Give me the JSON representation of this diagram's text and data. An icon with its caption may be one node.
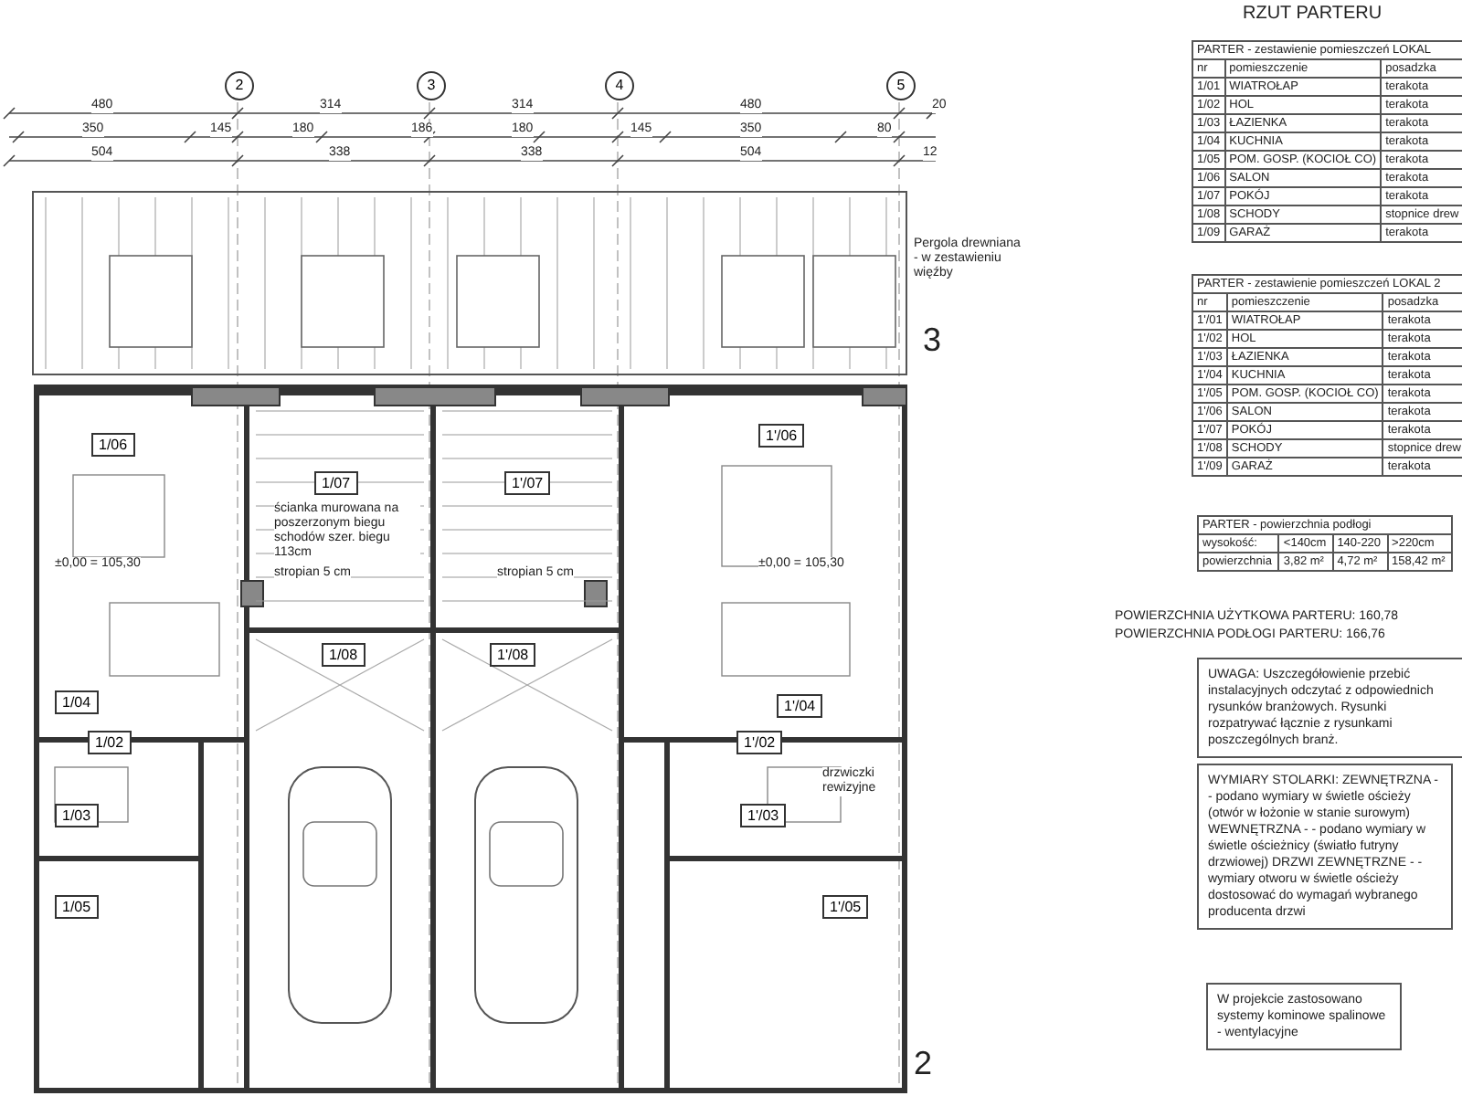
{
  "diagram": {
    "title": "RZUT PARTERU",
    "nodes": [
      {
        "text": [
          "2"
        ]
      },
      {
        "text": [
          "3"
        ]
      },
      {
        "text": [
          "4"
        ]
      },
      {
        "text": [
          "5"
        ]
      },
      {
        "text": [
          "1/06"
        ]
      },
      {
        "text": [
          "1/07"
        ]
      },
      {
        "text": [
          "1'/07"
        ]
      },
      {
        "text": [
          "1'/06"
        ]
      },
      {
        "text": [
          "1/08"
        ]
      },
      {
        "text": [
          "1'/08"
        ]
      },
      {
        "text": [
          "1/04"
        ]
      },
      {
        "text": [
          "1'/04"
        ]
      },
      {
        "text": [
          "1/02"
        ]
      },
      {
        "text": [
          "1'/02"
        ]
      },
      {
        "text": [
          "1/03"
        ]
      },
      {
        "text": [
          "1'/03"
        ]
      },
      {
        "text": [
          "1/05"
        ]
      },
      {
        "text": [
          "1'/05"
        ]
      }
    ],
    "labels": [
      "480",
      "314",
      "314",
      "480",
      "20",
      "350",
      "145",
      "180",
      "186",
      "180",
      "145",
      "350",
      "80",
      "504",
      "338",
      "338",
      "504",
      "12",
      "Pergola drewniana - w zestawieniu więźby",
      "3",
      "±0,00 = 105,30",
      "ścianka murowana na poszerzonym biegu schodów szer. biegu 113cm",
      "stropian 5 cm",
      "stropian 5 cm",
      "±0,00 = 105,30",
      "drzwiczki rewizyjne",
      "2",
      "PARTER - zestawienie pomieszczeń LOKAL",
      "nr",
      "pomieszczenie",
      "posadzka",
      "1/01",
      "WIATROŁAP",
      "terakota",
      "1/02",
      "HOL",
      "terakota",
      "1/03",
      "ŁAZIENKA",
      "terakota",
      "1/04",
      "KUCHNIA",
      "terakota",
      "1/05",
      "POM. GOSP. (KOCIOŁ CO)",
      "terakota",
      "1/06",
      "SALON",
      "terakota",
      "1/07",
      "POKÓJ",
      "terakota",
      "1/08",
      "SCHODY",
      "stopnice drew",
      "1/09",
      "GARAŻ",
      "terakota",
      "PARTER - zestawienie pomieszczeń LOKAL 2",
      "nr",
      "pomieszczenie",
      "posadzka",
      "1'/01",
      "WIATROŁAP",
      "terakota",
      "1'/02",
      "HOL",
      "terakota",
      "1'/03",
      "ŁAZIENKA",
      "terakota",
      "1'/04",
      "KUCHNIA",
      "terakota",
      "1'/05",
      "POM. GOSP. (KOCIOŁ CO)",
      "terakota",
      "1'/06",
      "SALON",
      "terakota",
      "1'/07",
      "POKÓJ",
      "terakota",
      "1'/08",
      "SCHODY",
      "stopnice drew",
      "1'/09",
      "GARAŻ",
      "terakota",
      "PARTER - powierzchnia podłogi",
      "wysokość:",
      "<140cm",
      "140-220",
      ">220cm",
      "powierzchnia",
      "3,82 m²",
      "4,72 m²",
      "158,42 m²",
      "POWIERZCHNIA UŻYTKOWA PARTERU: 160,78",
      "POWIERZCHNIA PODŁOGI PARTERU: 166,76",
      "UWAGA: Uszczegółowienie przebić instalacyjnych odczytać z odpowiednich rysunków branżowych. Rysunki rozpatrywać łącznie z rysunkami poszczególnych branż.",
      "WYMIARY STOLARKI: ZEWNĘTRZNA - - podano wymiary w świetle ościeży (otwór w łożonie w stanie surowym) WEWNĘTRZNA - - podano wymiary w świetle ościeżnicy (światło futryny drzwiowej) DRZWI ZEWNĘTRZNE - - wymiary otworu w świetle ościeży dostosować do wymagań wybranego producenta drzwi",
      "W projekcie zastosowano systemy kominowe spalinowe - wentylacyjne"
    ]
  }
}
